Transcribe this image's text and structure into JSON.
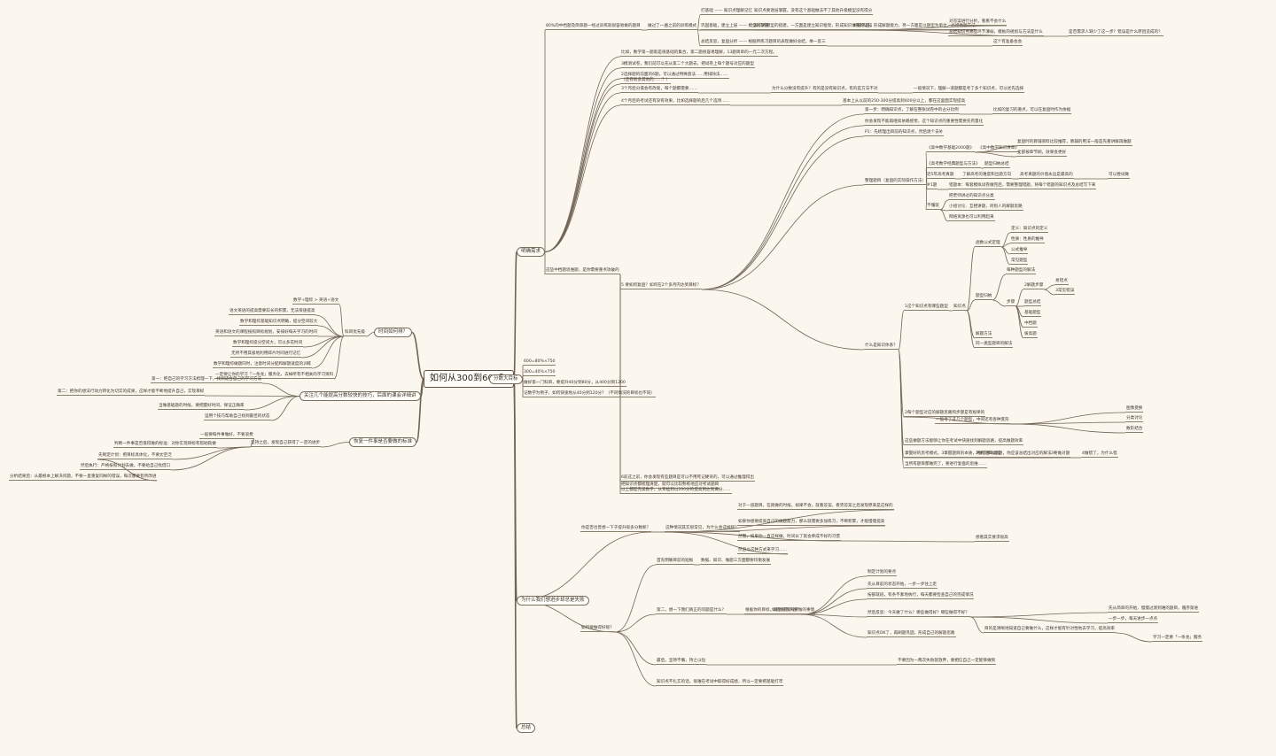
{
  "root": "如何从300到600？",
  "branches": [
    {
      "id": "b1",
      "text": "明确需求"
    },
    {
      "id": "b2",
      "text": "时间如何排？"
    },
    {
      "id": "b3",
      "text": "分数大目标"
    },
    {
      "id": "b4",
      "text": "关注几个能提高分数较快的技巧，后面的课会详细讲"
    },
    {
      "id": "b5",
      "text": "恢复一件事是否要做的标准"
    },
    {
      "id": "b6",
      "text": "为什么我们想进步却总是失败"
    },
    {
      "id": "b7",
      "text": "总结"
    }
  ],
  "nodes": {
    "n1": "80%的中档题及简单题一经过训练就很容易做的题目",
    "n2": "做过了一遍之前的训练模式",
    "n3": "打基础 —— 知识点理解记忆",
    "n4": "知识点要逐层掌握，没有这个基础做法不了其他升级模型没有得分",
    "n5": "巩固基础，建立上层 —— 模型的掌握",
    "n6": "知识点模型的搭建，一方面是建立知识框架，形成知识体系的认知",
    "n7": "刷题巩固，形成解题能力，另一方面是以题型为单位，总结做题方法",
    "n8": "对答案进行分析，看看不会什么",
    "n9": "总结知识点哪些环节薄弱，模板的规划与方法是什么",
    "n10": "是否需求人缺少了这一步？错误是什么原因造成的？",
    "n11": "总结反思，复盘分析 —— 根据所练习题目的表现做好总结，举一反三",
    "n12": "这个有准备会会",
    "n13": "比如，数学第一题就是很基础的集合，第二题很容易理解，13题简单的一元二次方程。",
    "n14": "3模测试卷，我们前可以先从第二个大题去，把试卷上每个题号对应的题型",
    "n15": "2选择题的前面的6题，可以通过特殊值法……用排除法……",
    "n16": "（还有很多其他的……？）",
    "n17": "3个月后分值会有改观，每个题都需要……",
    "n18": "为什么分数没有提升？有的是没有知识点，有的是方法不对",
    "n19": "一般情况下，理解一道题都是考了多个知识点，可以优先选择",
    "n20": "4个月后的考试还有没有效果，比如选择题的后几个选项……",
    "n21": "基本上从以前的250-300分提高到400分以上，都在这里面实现提高",
    "n22": "这些中档题思维题，是你需要重点攻破的",
    "n23": "5 要如何复盘？如何在2个多月内达到目标？",
    "n24": "第一步：明确知识点，了解在整张试卷中的占分比例",
    "n25": "比如的复习的重点，可以在复盘时作为依据",
    "n26": "你会发现不能再继续依赖感觉，这个知识点的重要性需要先有量化",
    "n27": "P1：先梳理出目前的知识点，然后逐个去补",
    "n28": "整理题目（复盘的实际操作方法）",
    "n29": "《高中数学基础2000题》",
    "n30": "《高中数学知识清单》",
    "n31": "复盘时的教辅资料比较推荐，教辅的用法一般是先看讲解再做题",
    "n32": "全部按章节刷，效果会更好",
    "n33": "《高考数学经典题型与方法》",
    "n34": "题型归纳总结",
    "n35": "近5年高考真题",
    "n36": "了解高考的难度和出题方向",
    "n37": "高考真题的价值永远是最高的",
    "n38": "可以尝试做",
    "n39": "#1题",
    "n40": "错题本：每套模拟试卷做完后，需要整理错题，将每个错题的知识点及总结写下来",
    "n41": "不懂就",
    "n42": "把老师讲过的知识点分类",
    "n43": "小组讨论、互相讲题，听别人的解题思路",
    "n44": "网络资源也可以利用起来",
    "n45": "什么是知识体系？",
    "n46": "1这个知识点有哪些题型",
    "n47": "知识点",
    "n48": "函数公式定理",
    "n49": "定义：知识点的定义",
    "n50": "性质：性质的推导",
    "n51": "公式推导",
    "n52": "常见题型",
    "n53": "题型归纳",
    "n54": "每种题型的解法",
    "n55": "步骤",
    "n56": "2解题步骤",
    "n57": "易错点",
    "n58": "3常见错误",
    "n59": "题型总结",
    "n60": "基础题型",
    "n61": "中档题",
    "n62": "拔高题",
    "n63": "解题方法",
    "n64": "同一类型题目的解法",
    "n65": "2每个题型对应的解题思路和步骤是有规律的",
    "n66": "一般考了这几个题型，中间还有各种变形",
    "n67": "图像变换",
    "n68": "分类讨论",
    "n69": "数形结合",
    "n70": "这些做题方法能够让你在考试中快速找到解题思路，提高做题效率",
    "n71": "掌握好的思考模式，3掌握题目的本质，判断题目类型",
    "n72": "2做了那么多题，你应该总结出对应的解法",
    "n73": "3要做对题",
    "n74": "4做错了，为什么错",
    "n75": "当所有题目都做完了，要进行复盘的思维……",
    "n76": "6前这之前，你会发现有些题目是可以不用死记硬背的，可以通过推理得出",
    "n77": "把知识点都梳理清楚，就可以比较熟练地应对考试题目",
    "n78": "以上都是完美数学，从笨拙到以200分的提高到达到满分……",
    "n79": "600=80%×750",
    "n80": "300=40%×750",
    "n81": "做好第一门科目，要提升40分到80分，从400分到1200",
    "n82": "记数学为例子，如何快速地从40分到120分？（不同情况的目标也不同）",
    "n83": "数学+理综 > 英语+语文",
    "n84": "语文英语的提高需要较长的积累，无法快速提高",
    "n85": "数学和理综基础知识点明确，提分空间较大",
    "n86": "科目优先级",
    "n87": "英语和语文的课程按照目标规划，安排好每天学习的时间",
    "n88": "数学和理综提分空间大，可以多花时间",
    "n89": "无所不用其极地利用碎片时间进行记忆",
    "n90": "数学和理综做题同时，注意时间分配和解题速度的训练",
    "n91": "一定要让你的学习「一条龙」服务化，去掉所有不相关的学习资料",
    "n92": "第一：把自己的学习方法梳理一下，找到适合自己的学习方法",
    "n93": "第二：把你的想法行动力转化为切实的成果，这样才能不断地提升自己，实现目标",
    "n94": "当做基础题的时候，要把握好时间，保证正确率",
    "n95": "运用个技巧帮助自己找到最佳的状态",
    "n96": "一般要每件事做好，不要浪费",
    "n97": "坚持之后，发现自己获得了一定的进步",
    "n98": "先制定计划：把目标具体化，不要太空泛",
    "n99": "然后执行：严格按照计划去做，不要给自己找借口",
    "n100": "判断一件事是否值得做的标准：对你实现目标有帮助就做",
    "n101": "分析结果后：从最根本上解决问题，不要一直重复同样的错误，每次都要有所改进",
    "n102": "你是否也曾想一下子提升很多分数呢？",
    "n103": "这种情况其实很常见，为什么会这样呢？",
    "n104": "对于一道题目，在刚做的时候，如果不会，就看答案，看完答案之后发现原来是这样的",
    "n105": "如果你想要提高自己的做题能力，那么就需要多加练习，不断积累，才能慢慢提高",
    "n106": "然而，如果你一直这样做，时间长了就会养成不好的习惯",
    "n107": "然后以这种方式来学习……",
    "n108": "想看其实要求很高",
    "n109": "首先明确目前的短板",
    "n110": "数据、知识、做题三方面都要均衡发展",
    "n111": "第二，想一下我们真正的问题是什么？",
    "n112": "根据你的目标，规划好每天要做的事情",
    "n113": "如何制定计划？",
    "n114": "制定计划的要点",
    "n115": "先从目前的状态开始，一步一步往上走",
    "n116": "按部就班，有条不紊地执行，每天都要检查自己的完成情况",
    "n117": "然后反思：今天做了什么？哪些做得好？哪些做得不好？",
    "n118": "如何要做得好呢？",
    "n119": "最后，坚持不懈，持之以恒",
    "n120": "不要因为一两次失败就放弃，要相信自己一定能够做到",
    "n121": "知识点不扎实的话，很难在考试中取得好成绩，所以一定要把基础打牢",
    "n122": "知识点OK了，再刷题巩固，形成自己的解题思路",
    "n123": "目的是清晰地知道自己要做什么，这样才能有针对性地去学习，提高效率",
    "n124": "先从简单的开始，慢慢过渡到难的题目，循序渐进",
    "n125": "一步一步，每天进步一点点",
    "n126": "学习一定要「一条龙」服务"
  }
}
